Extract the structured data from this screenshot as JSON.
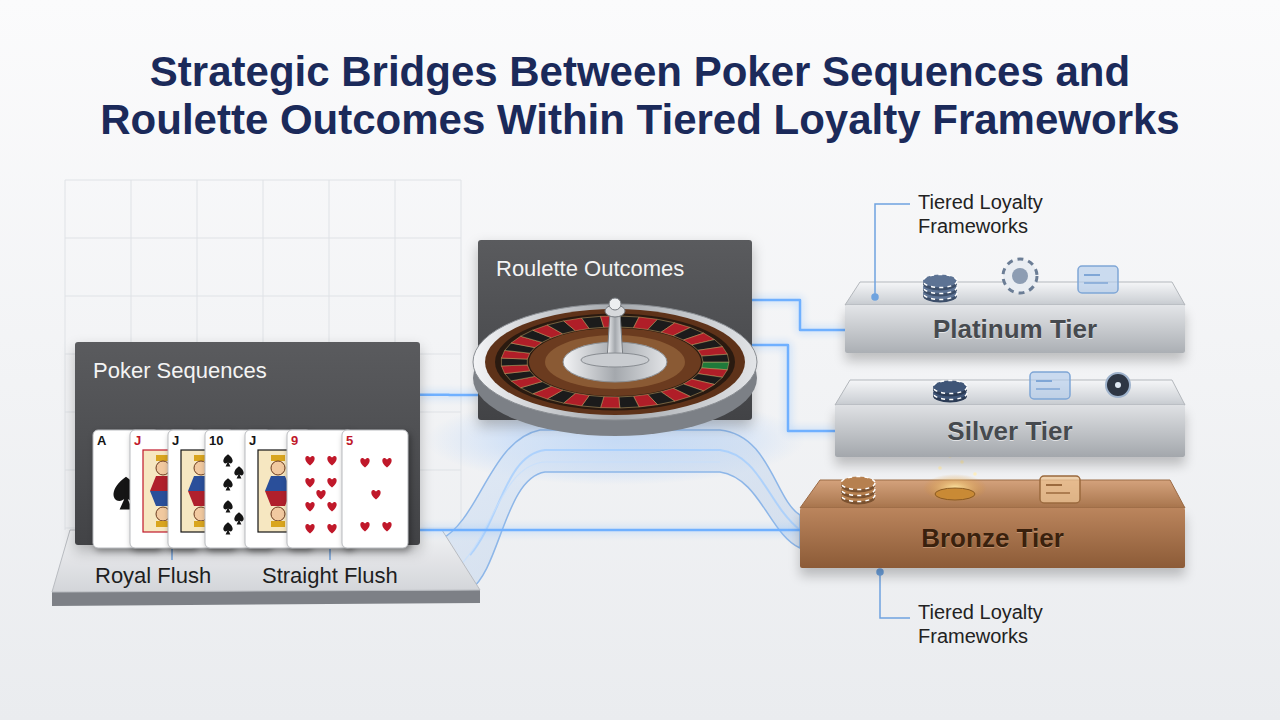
{
  "diagram": {
    "title": "Strategic Bridges Between Poker Sequences and Roulette Outcomes Within Tiered Loyalty Frameworks",
    "nodes": [
      {
        "text": [
          "Poker Sequences"
        ]
      },
      {
        "text": [
          "Roulette Outcomes"
        ]
      },
      {
        "text": [
          "Platinum Tier"
        ]
      },
      {
        "text": [
          "Silver Tier"
        ]
      },
      {
        "text": [
          "Bronze Tier"
        ]
      }
    ],
    "edges": [
      {
        "from": 0,
        "to": 1,
        "arrow": "none"
      },
      {
        "from": 1,
        "to": 2,
        "arrow": "none"
      },
      {
        "from": 1,
        "to": 3,
        "arrow": "none"
      },
      {
        "from": 0,
        "to": 4,
        "arrow": "none"
      }
    ],
    "labels": [
      "Tiered Loyalty Frameworks",
      "A",
      "J",
      "J",
      "10",
      "J",
      "9",
      "5",
      "Royal Flush",
      "Straight Flush",
      "Tiered Loyalty Frameworks"
    ]
  }
}
